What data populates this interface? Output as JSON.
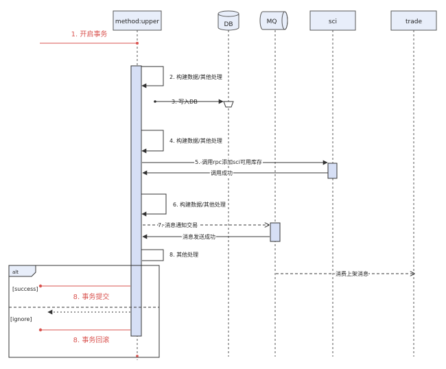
{
  "participants": {
    "upper": "method:upper",
    "db": "DB",
    "mq": "MQ",
    "sci": "sci",
    "trade": "trade"
  },
  "messages": {
    "m1": "1. 开启事务",
    "m2": "2. 构建数据/其他处理",
    "m3": "3. 写入DB",
    "m4": "4. 构建数据/其他处理",
    "m5": "5. 调用rpc添加sci可用库存",
    "m5_reply": "调用成功",
    "m6": "6. 构建数据/其他处理",
    "m7": "7. 消息通知交易",
    "m7_reply": "消息发送成功",
    "m8": "8. 其他处理",
    "mq_to_trade": "消费上架消息",
    "commit": "8. 事务提交",
    "rollback": "8. 事务回滚"
  },
  "fragment": {
    "tag": "alt",
    "guard_success": "[success]",
    "guard_other": "[ignore]"
  },
  "colors": {
    "lifeline_box_fill": "#e8eefa",
    "activation_fill": "#d6dff5",
    "red_message": "#d9534f",
    "stroke": "#333333"
  }
}
